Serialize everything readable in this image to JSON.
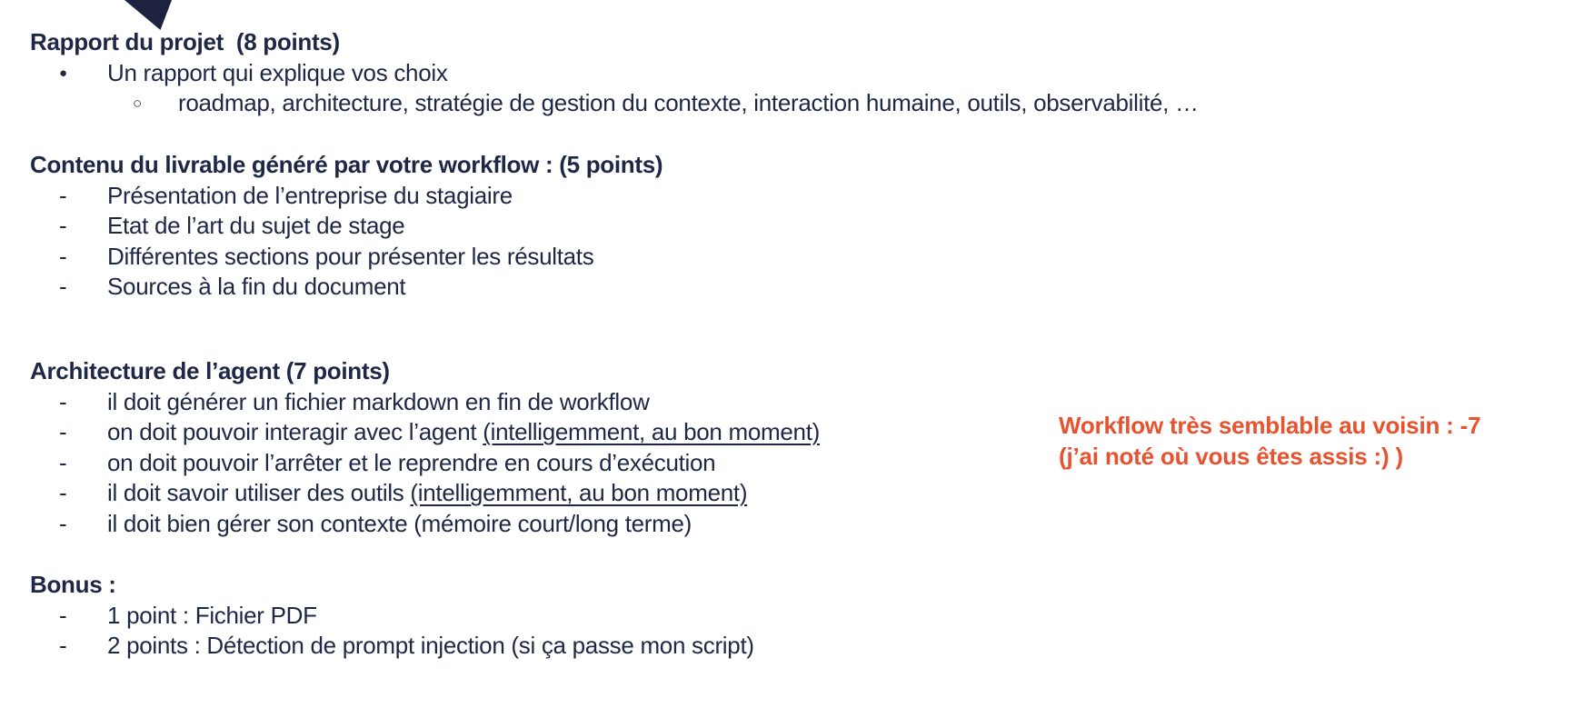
{
  "colors": {
    "text_navy": "#1F2746",
    "triangle_navy": "#1C2240",
    "annotation_orange": "#E8522F",
    "background": "#FFFFFF"
  },
  "decor": {
    "corner_shape": "navy-triangle-tip"
  },
  "sections": [
    {
      "heading": "Rapport du projet  (8 points)",
      "items": [
        {
          "level": 1,
          "marker": "disc",
          "text": "Un rapport qui explique vos choix"
        },
        {
          "level": 2,
          "marker": "circle",
          "text": "roadmap, architecture, stratégie de gestion du contexte, interaction humaine, outils, observabilité, …"
        }
      ]
    },
    {
      "heading": "Contenu du livrable généré par votre workflow : (5 points)",
      "items": [
        {
          "level": 1,
          "marker": "dash",
          "text": "Présentation de l’entreprise du stagiaire"
        },
        {
          "level": 1,
          "marker": "dash",
          "text": "Etat de l’art du sujet de stage"
        },
        {
          "level": 1,
          "marker": "dash",
          "text": "Différentes sections pour présenter les résultats"
        },
        {
          "level": 1,
          "marker": "dash",
          "text": "Sources à la fin du document"
        }
      ]
    },
    {
      "heading": "Architecture de l’agent (7 points)",
      "items": [
        {
          "level": 1,
          "marker": "dash",
          "text": "il doit générer un fichier markdown en fin de workflow"
        },
        {
          "level": 1,
          "marker": "dash",
          "text": "on doit pouvoir interagir avec l’agent ",
          "underlined": "(intelligemment, au bon moment)"
        },
        {
          "level": 1,
          "marker": "dash",
          "text": "on doit pouvoir l’arrêter et le reprendre en cours d’exécution"
        },
        {
          "level": 1,
          "marker": "dash",
          "text": "il doit savoir utiliser des outils ",
          "underlined": "(intelligemment, au bon moment)"
        },
        {
          "level": 1,
          "marker": "dash",
          "text": "il doit bien gérer son contexte (mémoire court/long terme)"
        }
      ]
    },
    {
      "heading": "Bonus :",
      "items": [
        {
          "level": 1,
          "marker": "dash",
          "text": "1 point : Fichier PDF"
        },
        {
          "level": 1,
          "marker": "dash",
          "text": "2 points : Détection de prompt injection (si ça passe mon script)"
        }
      ]
    }
  ],
  "markers": {
    "disc": "●",
    "circle": "○",
    "dash": "-"
  },
  "annotation": {
    "line1": "Workflow très semblable au voisin : -7",
    "line2": "(j’ai noté où vous êtes assis :) )"
  }
}
